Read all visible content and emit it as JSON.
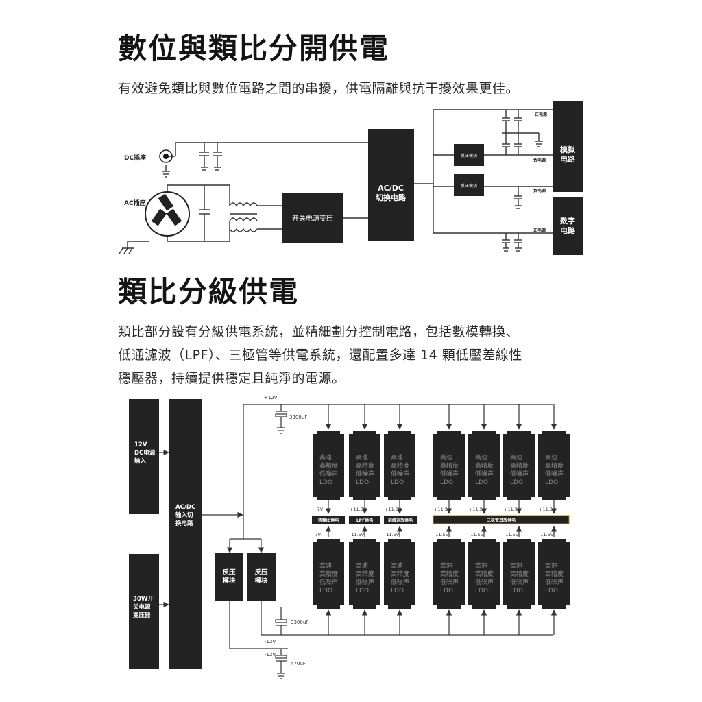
{
  "section1": {
    "title": "數位與類比分開供電",
    "subtitle": "有效避免類比與數位電路之間的串擾，供電隔離與抗干擾效果更佳。",
    "labels": {
      "dc_socket": "DC插座",
      "ac_socket": "AC插座",
      "transformer": "开关电源变压",
      "acdc_line1": "AC/DC",
      "acdc_line2": "切换电路",
      "inverter": "反压模块",
      "pos_rail": "正电源",
      "neg_rail": "负电源",
      "analog_line1": "模拟",
      "analog_line2": "电路",
      "digital_line1": "数字",
      "digital_line2": "电路"
    }
  },
  "section2": {
    "title": "類比分級供電",
    "paragraph_lines": [
      "類比部分設有分級供電系統，並精細劃分控制電路，包括數模轉換、",
      "低通濾波（LPF）、三極管等供電系統，還配置多達 14 顆低壓差線性",
      "穩壓器，持續提供穩定且純淨的電源。"
    ],
    "labels": {
      "in12_l1": "12V",
      "in12_l2": "DC电源",
      "in12_l3": "输入",
      "in30_l1": "30W开",
      "in30_l2": "关电源",
      "in30_l3": "变压器",
      "acdc_l1": "AC/DC",
      "acdc_l2": "输入切",
      "acdc_l3": "换电路",
      "inv_l1": "反压",
      "inv_l2": "模块",
      "plus12": "+12V",
      "minus12": "-12V",
      "cap3300": "3300uF",
      "cap470": "470uF",
      "ldo_l1": "高速",
      "ldo_l2": "高精度",
      "ldo_l3": "低噪声",
      "ldo_l4": "LDO",
      "top_volts": [
        "+7V",
        "+11.5V",
        "+11.5V",
        "+11.5V",
        "+11.5V",
        "+11.5V",
        "+11.5V"
      ],
      "bottom_volts": [
        "-7V",
        "-11.5V",
        "-11.5V",
        "-11.5V",
        "-11.5V",
        "-11.5V",
        "-11.5V"
      ],
      "rail_sound_ic": "音量IC供电",
      "rail_lpf": "LPF供电",
      "rail_preamp": "前级运放供电",
      "rail_triode": "三极管耳放供电"
    }
  }
}
